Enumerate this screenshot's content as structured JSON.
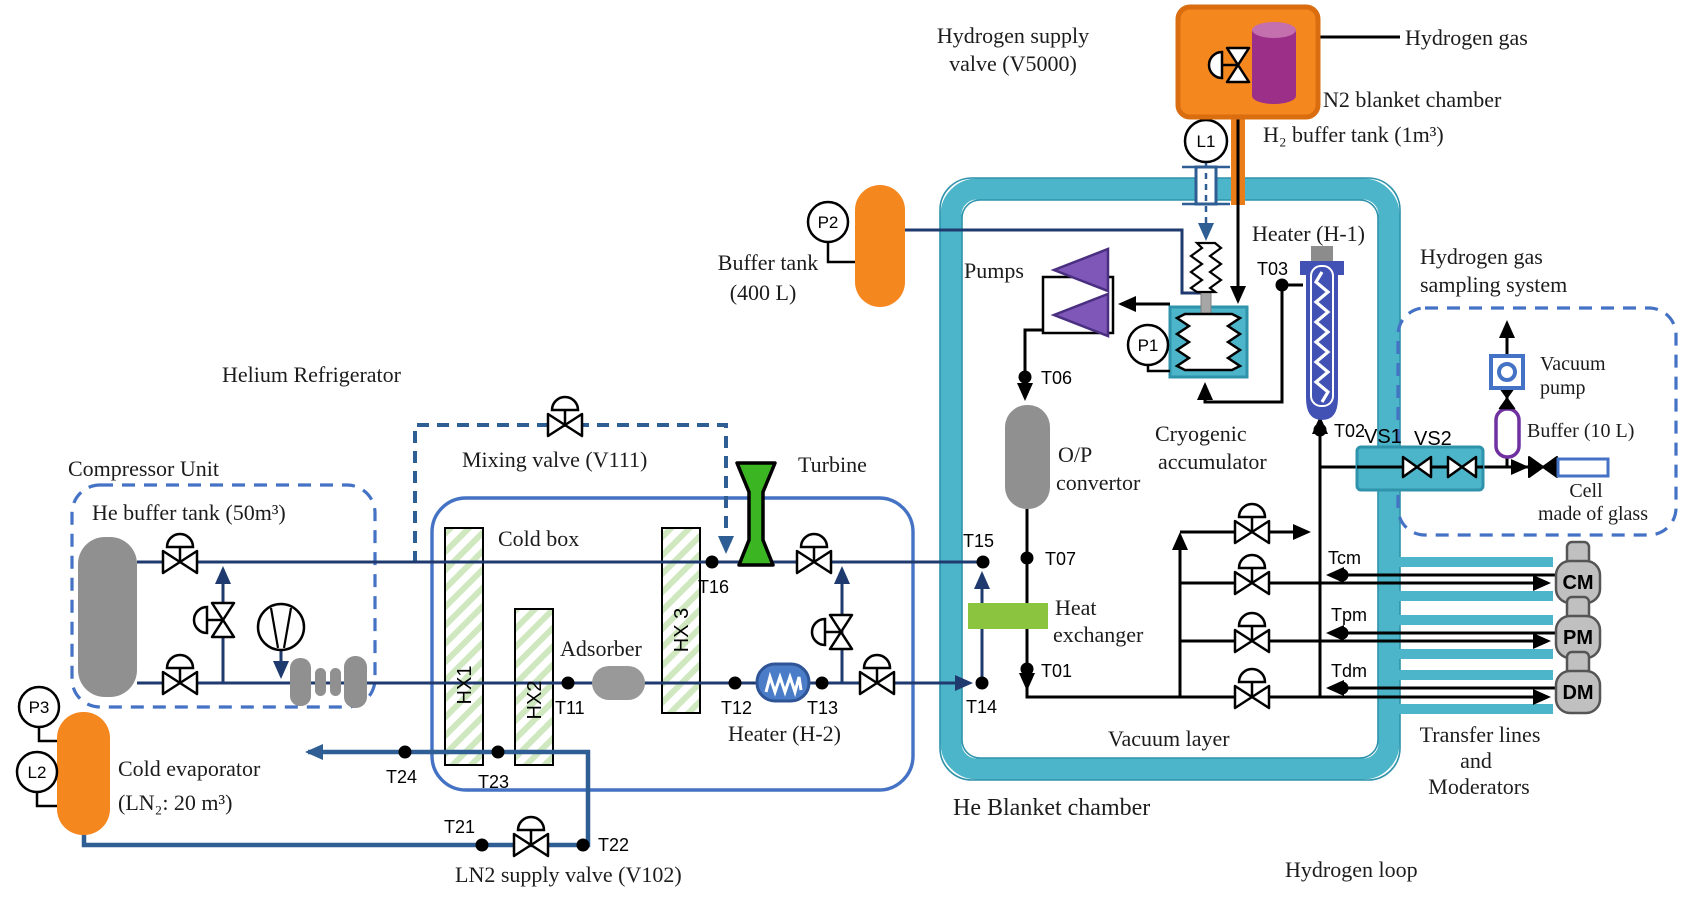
{
  "title": "Cryogenic hydrogen loop system diagram",
  "colors": {
    "chamber_wall_teal": "#4db5ca",
    "chamber_wall_edge": "#2e93ab",
    "tank_orange": "#f5871f",
    "line_navy": "#1f3a6e",
    "line_ln2_steel": "#2e5e94",
    "cold_box_blue": "#4472c4",
    "hx_hatch_green": "#cfe8c0",
    "turbine_green": "#3cb522",
    "heat_exchanger_green": "#8bc53f",
    "heater_blue": "#4252b4",
    "h2_heater_blue": "#4a7cc7",
    "pump_purple": "#7e57b8",
    "cylinder_magenta": "#9c2f88",
    "buffer_purple": "#7030a0",
    "vessel_gray": "#909090"
  },
  "labels": {
    "helium_refrigerator": "Helium Refrigerator",
    "compressor_unit": "Compressor Unit",
    "he_buffer_tank": "He buffer tank (50m³)",
    "cold_box": "Cold box",
    "mixing_valve": "Mixing valve (V111)",
    "turbine": "Turbine",
    "adsorber": "Adsorber",
    "heater_h2": "Heater (H-2)",
    "hx1": "HX1",
    "hx2": "HX2",
    "hx3": "HX 3",
    "ln2_supply_valve": "LN2 supply valve (V102)",
    "cold_evaporator_line1": "Cold evaporator",
    "cold_evaporator_line2": "(LN₂: 20 m³)",
    "buffer_tank_line1": "Buffer tank",
    "buffer_tank_line2": "(400 L)",
    "pumps": "Pumps",
    "op_convertor_line1": "O/P",
    "op_convertor_line2": "convertor",
    "heat_exchanger_line1": "Heat",
    "heat_exchanger_line2": "exchanger",
    "cryogenic_line1": "Cryogenic",
    "cryogenic_line2": "accumulator",
    "heater_h1": "Heater (H-1)",
    "vacuum_layer": "Vacuum layer",
    "he_blanket_chamber": "He Blanket chamber",
    "hydrogen_loop": "Hydrogen loop",
    "transfer_line1": "Transfer lines",
    "transfer_line2": "and",
    "transfer_line3": "Moderators",
    "hydrogen_supply_line1": "Hydrogen supply",
    "hydrogen_supply_line2": "valve (V5000)",
    "hydrogen_gas": "Hydrogen gas",
    "n2_blanket_chamber": "N2 blanket chamber",
    "h2_buffer_tank": "H₂ buffer tank (1m³)",
    "sampling_line1": "Hydrogen gas",
    "sampling_line2": "sampling system",
    "vacuum_pump_line1": "Vacuum",
    "vacuum_pump_line2": "pump",
    "buffer_10l": "Buffer (10 L)",
    "cell_line1": "Cell",
    "cell_line2": "made of glass"
  },
  "sensors": {
    "t01": "T01",
    "t02": "T02",
    "t03": "T03",
    "t06": "T06",
    "t07": "T07",
    "t11": "T11",
    "t12": "T12",
    "t13": "T13",
    "t14": "T14",
    "t15": "T15",
    "t16": "T16",
    "t21": "T21",
    "t22": "T22",
    "t23": "T23",
    "t24": "T24",
    "tcm": "Tcm",
    "tpm": "Tpm",
    "tdm": "Tdm"
  },
  "gauges": {
    "p1": "P1",
    "p2": "P2",
    "p3": "P3",
    "l1": "L1",
    "l2": "L2"
  },
  "valve_tags": {
    "vs1": "VS1",
    "vs2": "VS2"
  },
  "moderators": {
    "cm": "CM",
    "pm": "PM",
    "dm": "DM"
  }
}
